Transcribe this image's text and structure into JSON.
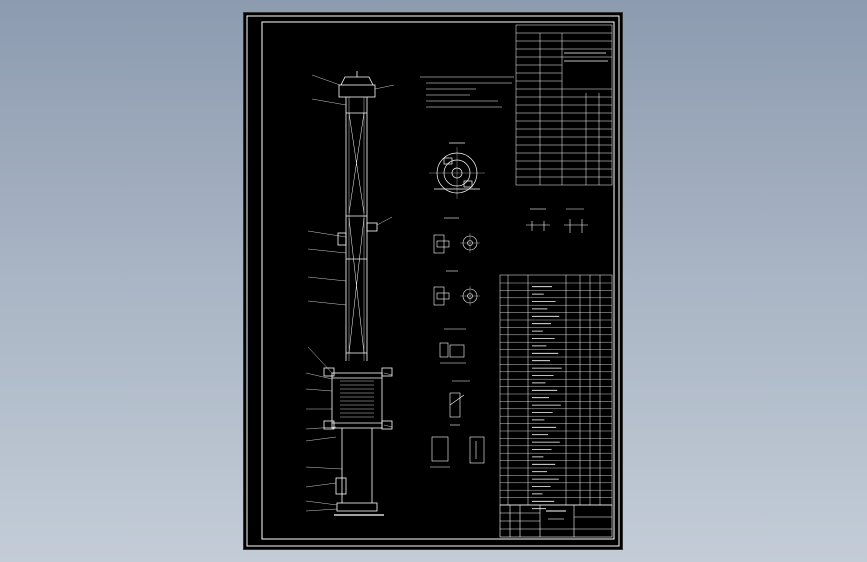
{
  "colors": {
    "background_top": "#8d9bb0",
    "background_bottom": "#c3ccd7",
    "sheet": "#000000",
    "lines": "#ffffff"
  },
  "icons": [
    "tower-elevation-drawing",
    "nozzle-detail-drawing",
    "flange-plan-view"
  ]
}
